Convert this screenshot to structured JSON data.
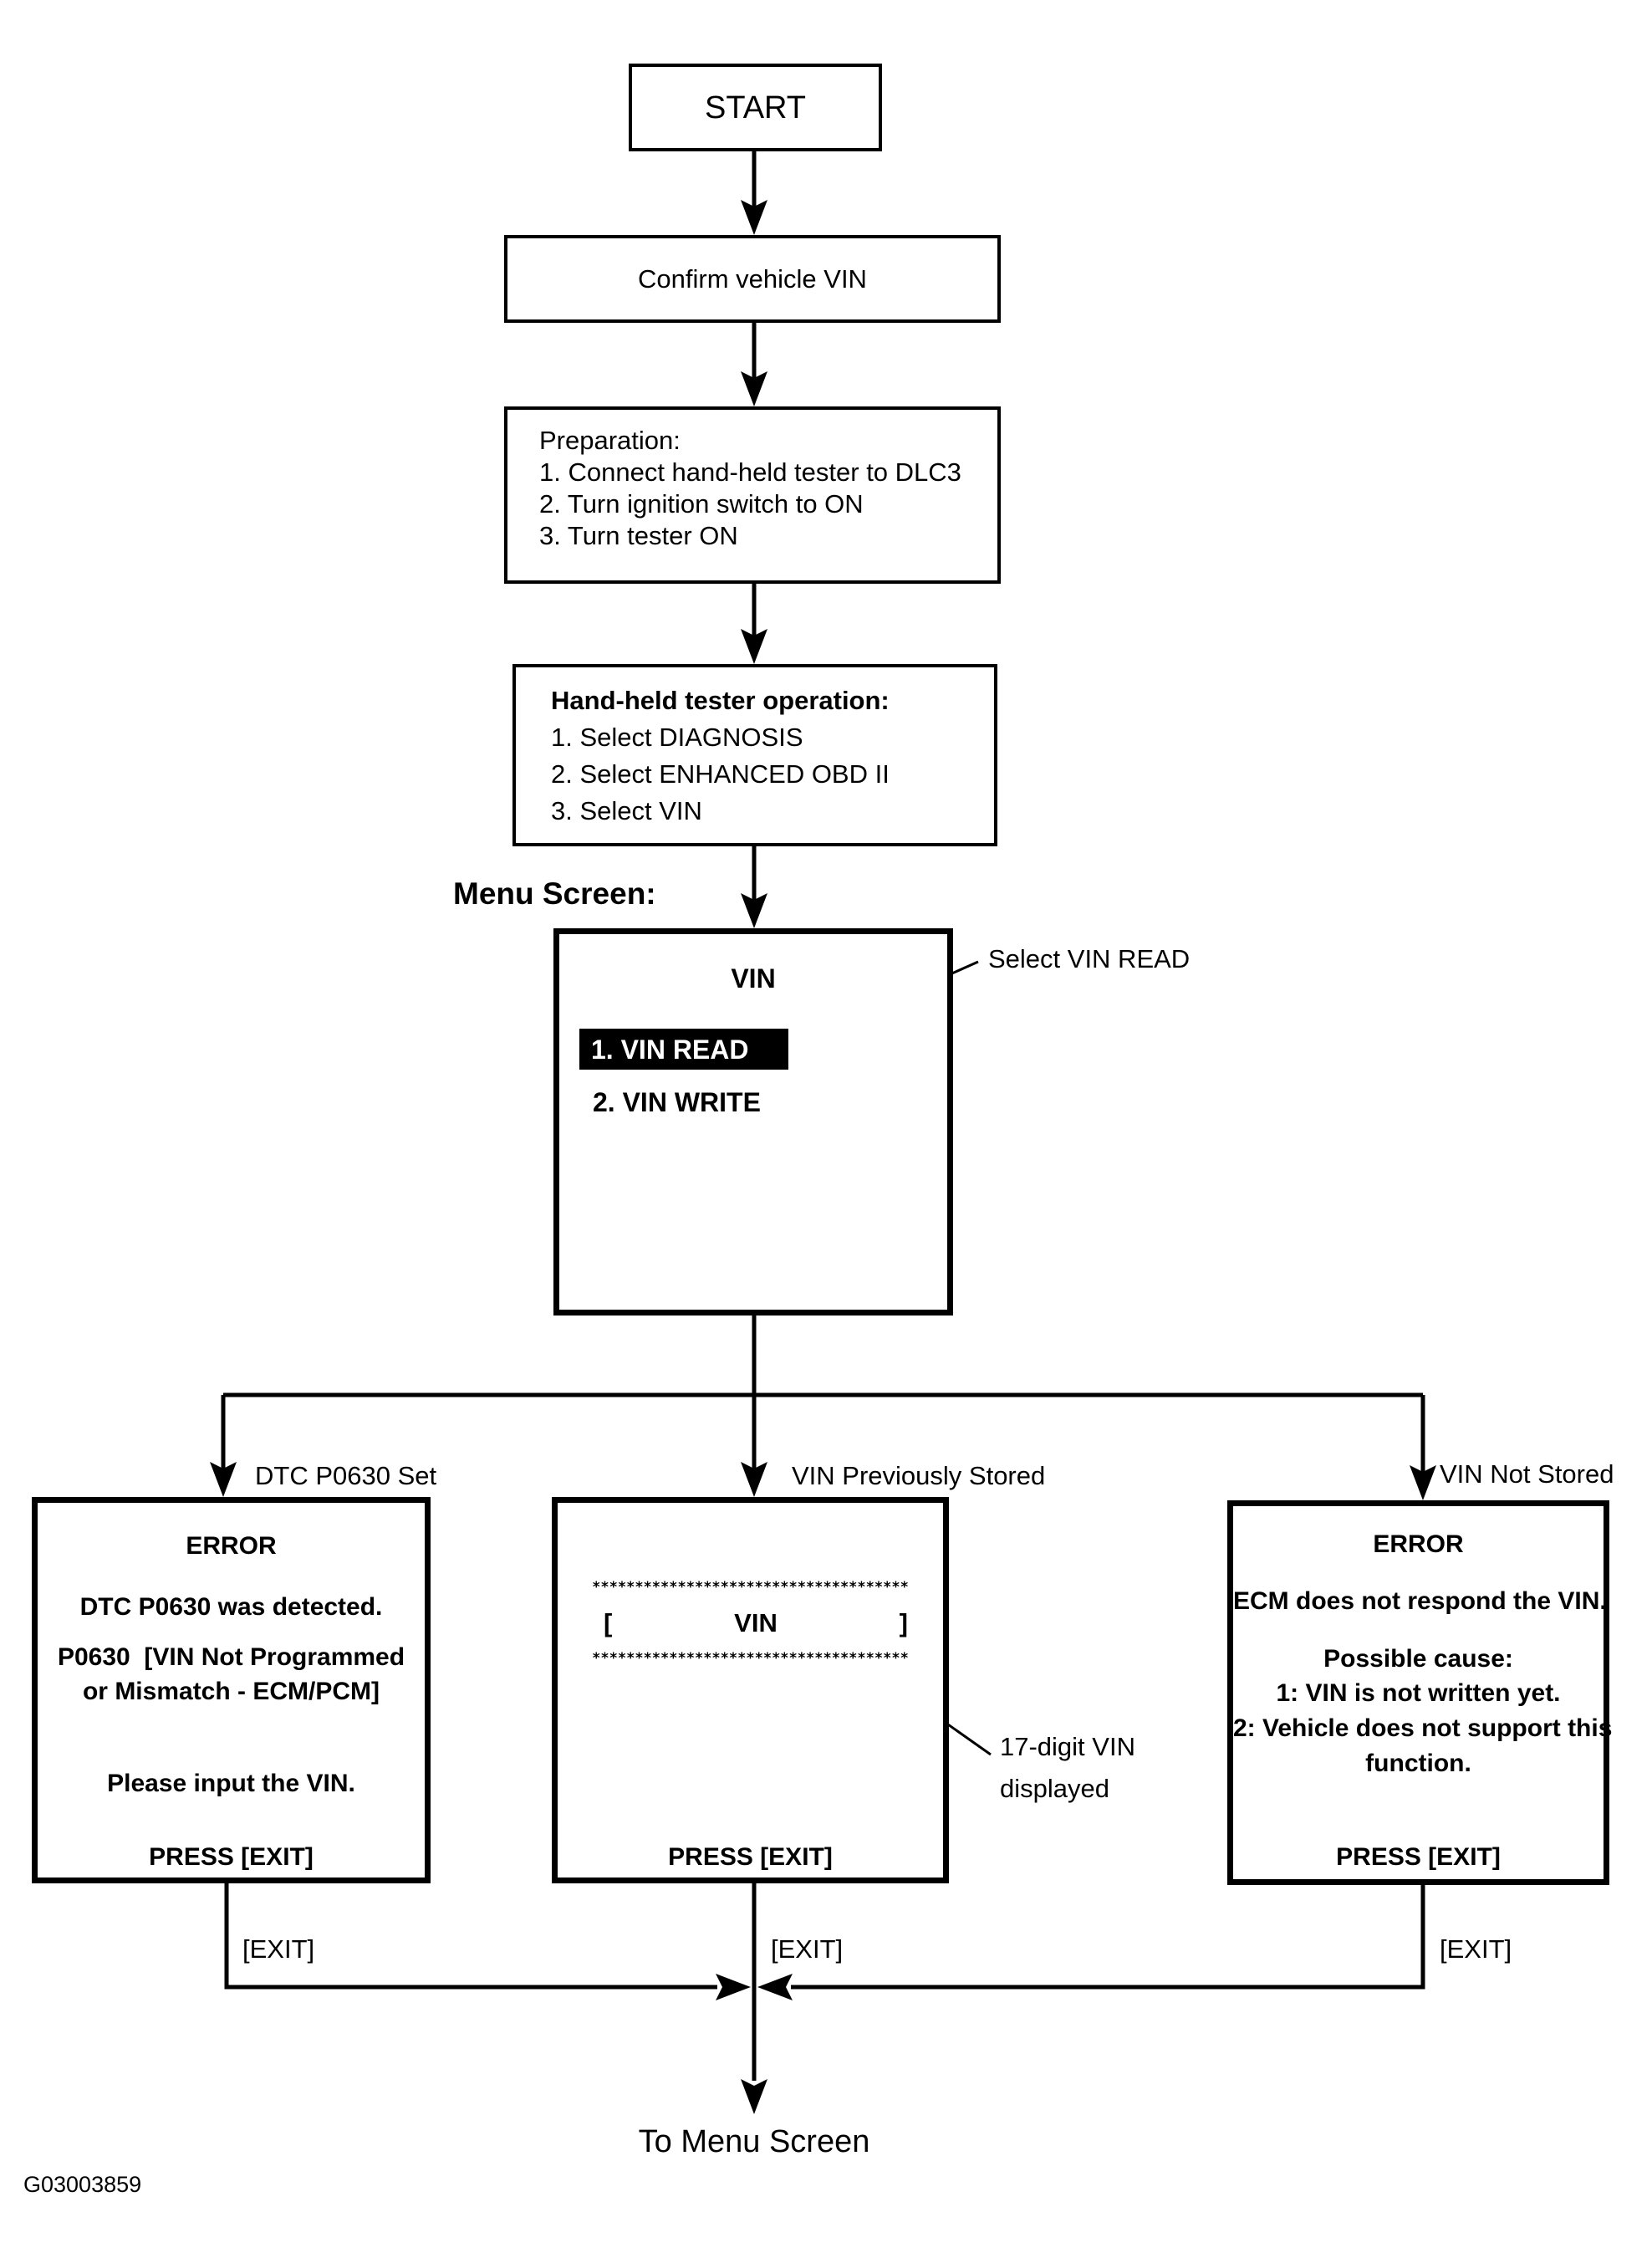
{
  "page": {
    "background_color": "#ffffff",
    "ink_color": "#000000",
    "figure_id": "G03003859"
  },
  "flow": {
    "start_label": "START",
    "confirm_label": "Confirm vehicle VIN",
    "preparation": {
      "title": "Preparation:",
      "items": [
        "1. Connect hand-held tester to DLC3",
        "2. Turn ignition switch to ON",
        "3. Turn tester ON"
      ]
    },
    "tester_operation": {
      "title": "Hand-held tester operation:",
      "items": [
        "1. Select DIAGNOSIS",
        "2. Select ENHANCED OBD II",
        "3. Select VIN"
      ]
    },
    "menu_screen_label": "Menu Screen:",
    "menu": {
      "title": "VIN",
      "selected_item": "1. VIN READ",
      "second_item": "2. VIN WRITE",
      "callout": "Select VIN READ"
    },
    "branch_labels": {
      "left": "DTC P0630 Set",
      "middle": "VIN Previously Stored",
      "right": "VIN Not Stored"
    },
    "error_left": {
      "title": "ERROR",
      "line1": "DTC P0630 was detected.",
      "line2": "P0630  [VIN Not Programmed",
      "line3": "or Mismatch - ECM/PCM]",
      "line4": "Please input the VIN.",
      "press": "PRESS [EXIT]"
    },
    "vin_display": {
      "stars": "*************************************",
      "bracket_open": "[",
      "vin_text": "VIN",
      "bracket_close": "]",
      "press": "PRESS [EXIT]",
      "callout_line1": "17-digit VIN",
      "callout_line2": "displayed"
    },
    "error_right": {
      "title": "ERROR",
      "line1": "ECM does not respond the VIN.",
      "line2": "Possible cause:",
      "line3": "1: VIN is not written yet.",
      "line4": "2: Vehicle does not support this",
      "line5": "function.",
      "press": "PRESS [EXIT]"
    },
    "exit_labels": {
      "left": "[EXIT]",
      "middle": "[EXIT]",
      "right": "[EXIT]"
    },
    "to_menu_label": "To Menu Screen"
  }
}
